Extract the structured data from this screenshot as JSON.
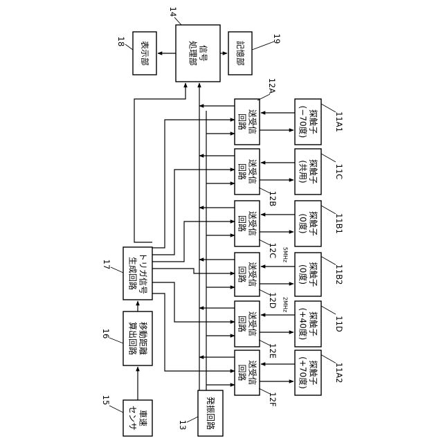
{
  "blocks": {
    "signal_processor": {
      "lines": [
        "信号",
        "処理部"
      ],
      "ref": "14"
    },
    "display": {
      "lines": [
        "表示部"
      ],
      "ref": "18"
    },
    "storage": {
      "lines": [
        "記憶部"
      ],
      "ref": "19"
    },
    "trigger": {
      "lines": [
        "トリガ信号",
        "生成回路"
      ],
      "ref": "17"
    },
    "distance": {
      "lines": [
        "移動距離",
        "算出回路"
      ],
      "ref": "16"
    },
    "speed_sensor": {
      "lines": [
        "車速",
        "センサ"
      ],
      "ref": "15"
    },
    "oscillator": {
      "lines": [
        "発振回路"
      ],
      "ref": "13"
    }
  },
  "channels": [
    {
      "circuit_lines": [
        "送受信",
        "回路"
      ],
      "circuit_ref": "12A",
      "probe_lines": [
        "探触子",
        "(−70度)"
      ],
      "probe_ref": "11A1",
      "freq": ""
    },
    {
      "circuit_lines": [
        "送受信",
        "回路"
      ],
      "circuit_ref": "12B",
      "probe_lines": [
        "探触子",
        "(共用)"
      ],
      "probe_ref": "11C",
      "freq": ""
    },
    {
      "circuit_lines": [
        "送受信",
        "回路"
      ],
      "circuit_ref": "12C",
      "probe_lines": [
        "探触子",
        "(0度)"
      ],
      "probe_ref": "11B1",
      "freq": "5MHz"
    },
    {
      "circuit_lines": [
        "送受信",
        "回路"
      ],
      "circuit_ref": "12D",
      "probe_lines": [
        "探触子",
        "(0度)"
      ],
      "probe_ref": "11B2",
      "freq": "2MHz"
    },
    {
      "circuit_lines": [
        "送受信",
        "回路"
      ],
      "circuit_ref": "12E",
      "probe_lines": [
        "探触子",
        "(+40度)"
      ],
      "probe_ref": "11D",
      "freq": ""
    },
    {
      "circuit_lines": [
        "送受信",
        "回路"
      ],
      "circuit_ref": "12F",
      "probe_lines": [
        "探触子",
        "(+70度)"
      ],
      "probe_ref": "11A2",
      "freq": ""
    }
  ]
}
